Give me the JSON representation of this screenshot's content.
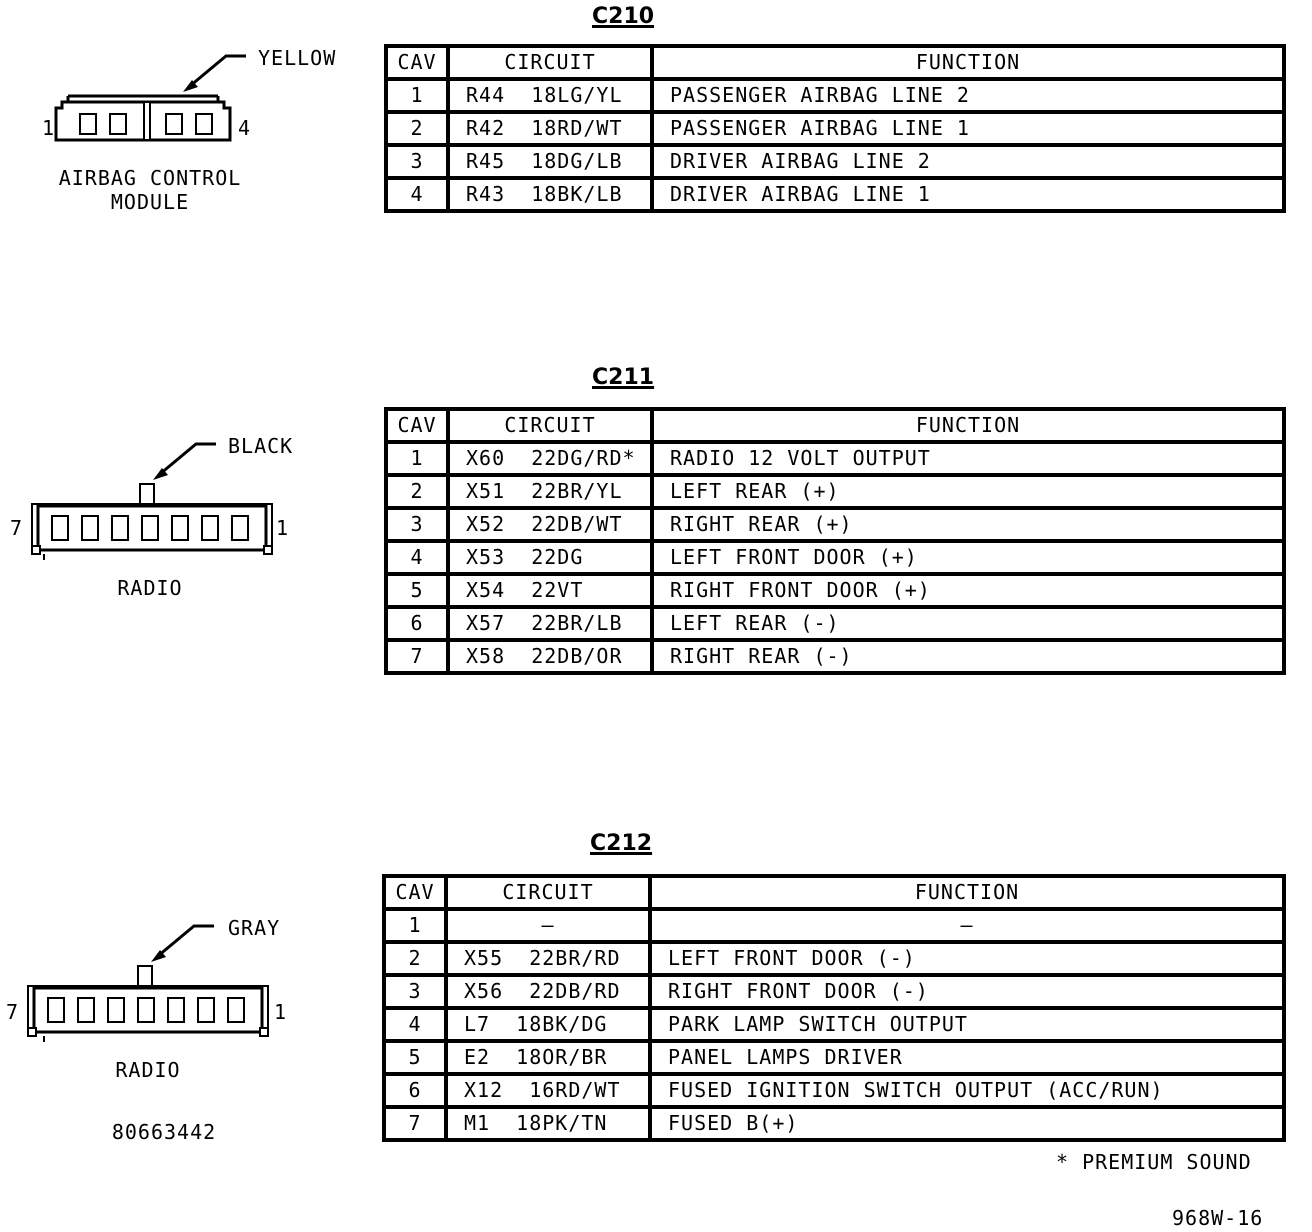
{
  "connectors": [
    {
      "id": "C210",
      "color_label": "YELLOW",
      "component_lines": [
        "AIRBAG CONTROL",
        "MODULE"
      ],
      "pin_left": "1",
      "pin_right": "4",
      "headers": {
        "cav": "CAV",
        "circuit": "CIRCUIT",
        "function": "FUNCTION"
      },
      "rows": [
        {
          "cav": "1",
          "circuit": "R44  18LG/YL",
          "function": "PASSENGER AIRBAG LINE 2"
        },
        {
          "cav": "2",
          "circuit": "R42  18RD/WT",
          "function": "PASSENGER AIRBAG LINE 1"
        },
        {
          "cav": "3",
          "circuit": "R45  18DG/LB",
          "function": "DRIVER AIRBAG LINE 2"
        },
        {
          "cav": "4",
          "circuit": "R43  18BK/LB",
          "function": "DRIVER AIRBAG LINE 1"
        }
      ]
    },
    {
      "id": "C211",
      "color_label": "BLACK",
      "component_lines": [
        "RADIO"
      ],
      "pin_left": "7",
      "pin_right": "1",
      "headers": {
        "cav": "CAV",
        "circuit": "CIRCUIT",
        "function": "FUNCTION"
      },
      "rows": [
        {
          "cav": "1",
          "circuit": "X60  22DG/RD*",
          "function": "RADIO 12 VOLT OUTPUT"
        },
        {
          "cav": "2",
          "circuit": "X51  22BR/YL",
          "function": "LEFT REAR (+)"
        },
        {
          "cav": "3",
          "circuit": "X52  22DB/WT",
          "function": "RIGHT REAR (+)"
        },
        {
          "cav": "4",
          "circuit": "X53  22DG",
          "function": "LEFT FRONT DOOR (+)"
        },
        {
          "cav": "5",
          "circuit": "X54  22VT",
          "function": "RIGHT FRONT DOOR (+)"
        },
        {
          "cav": "6",
          "circuit": "X57  22BR/LB",
          "function": "LEFT REAR (-)"
        },
        {
          "cav": "7",
          "circuit": "X58  22DB/OR",
          "function": "RIGHT REAR (-)"
        }
      ]
    },
    {
      "id": "C212",
      "color_label": "GRAY",
      "component_lines": [
        "RADIO"
      ],
      "pin_left": "7",
      "pin_right": "1",
      "part_number": "80663442",
      "headers": {
        "cav": "CAV",
        "circuit": "CIRCUIT",
        "function": "FUNCTION"
      },
      "rows": [
        {
          "cav": "1",
          "circuit": "–",
          "function": "–"
        },
        {
          "cav": "2",
          "circuit": "X55  22BR/RD",
          "function": "LEFT FRONT DOOR (-)"
        },
        {
          "cav": "3",
          "circuit": "X56  22DB/RD",
          "function": "RIGHT FRONT DOOR (-)"
        },
        {
          "cav": "4",
          "circuit": "L7  18BK/DG",
          "function": "PARK LAMP SWITCH OUTPUT"
        },
        {
          "cav": "5",
          "circuit": "E2  18OR/BR",
          "function": "PANEL LAMPS DRIVER"
        },
        {
          "cav": "6",
          "circuit": "X12  16RD/WT",
          "function": "FUSED IGNITION SWITCH OUTPUT (ACC/RUN)"
        },
        {
          "cav": "7",
          "circuit": "M1  18PK/TN",
          "function": "FUSED B(+)"
        }
      ]
    }
  ],
  "footnote": "*  PREMIUM SOUND",
  "figure_id": "968W-16"
}
